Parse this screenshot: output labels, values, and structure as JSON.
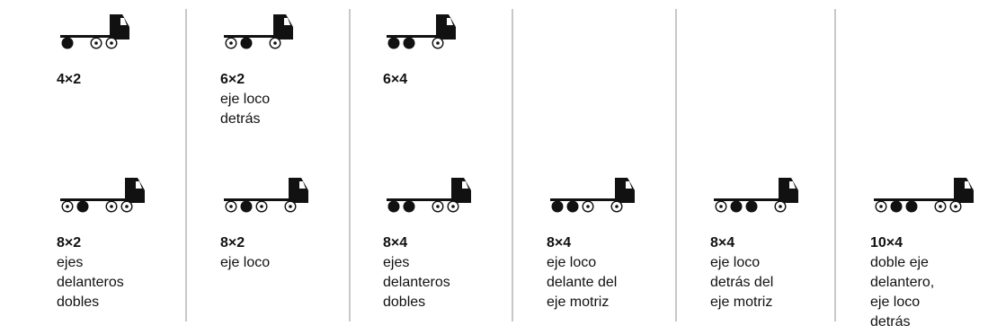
{
  "config_groups": [
    {
      "configs": [
        {
          "code": "4×2",
          "description": "",
          "axles": [
            "driven",
            "gap",
            "free",
            "free"
          ]
        },
        {
          "code": "8×2",
          "description": "ejes\ndelanteros\ndobles",
          "axles": [
            "free",
            "driven",
            "gap",
            "free",
            "free"
          ]
        }
      ]
    },
    {
      "configs": [
        {
          "code": "6×2",
          "description": "eje loco\ndetrás",
          "axles": [
            "free",
            "driven",
            "gap",
            "free"
          ]
        },
        {
          "code": "8×2",
          "description": "eje loco",
          "axles": [
            "free",
            "driven",
            "free",
            "gap",
            "free"
          ]
        }
      ]
    },
    {
      "configs": [
        {
          "code": "6×4",
          "description": "",
          "axles": [
            "driven",
            "driven",
            "gap",
            "free"
          ]
        },
        {
          "code": "8×4",
          "description": "ejes\ndelanteros\ndobles",
          "axles": [
            "driven",
            "driven",
            "gap",
            "free",
            "free"
          ]
        }
      ]
    },
    {
      "configs": [
        {
          "code": "8×4",
          "description": "eje loco\ndelante del\neje motriz",
          "axles": [
            "driven",
            "driven",
            "free",
            "gap",
            "free"
          ]
        }
      ]
    },
    {
      "configs": [
        {
          "code": "8×4",
          "description": "eje loco\ndetrás del\neje motriz",
          "axles": [
            "free",
            "driven",
            "driven",
            "gap",
            "free"
          ]
        }
      ]
    },
    {
      "configs": [
        {
          "code": "10×4",
          "description": "doble eje\ndelantero,\neje loco\ndetrás",
          "axles": [
            "free",
            "driven",
            "driven",
            "gap",
            "free",
            "free"
          ]
        }
      ]
    }
  ]
}
